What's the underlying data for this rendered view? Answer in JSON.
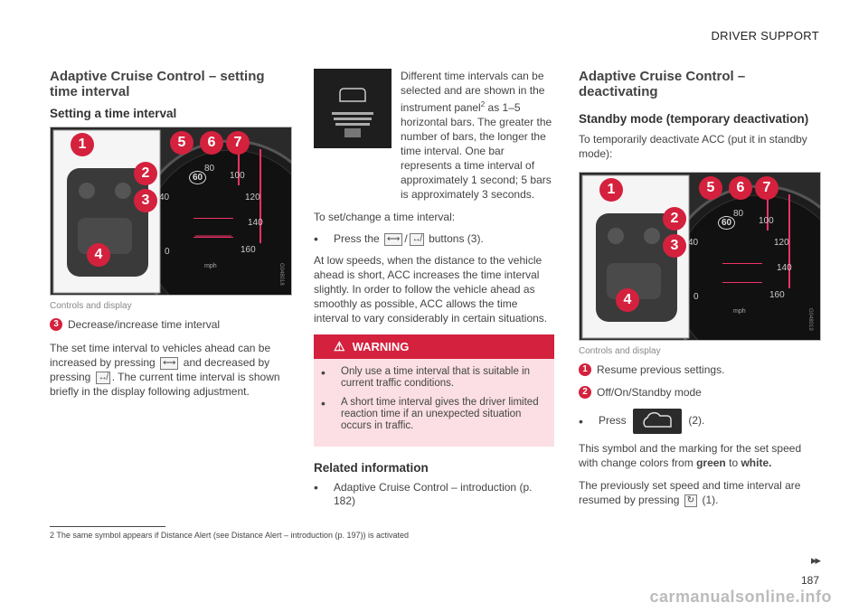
{
  "header": "DRIVER SUPPORT",
  "col1": {
    "heading": "Adaptive Cruise Control – setting time interval",
    "subheading": "Setting a time interval",
    "caption": "Controls and display",
    "item3": "Decrease/increase time interval",
    "para_a": "The set time interval to vehicles ahead can be increased by pressing",
    "para_b": "and decreased by pressing",
    "para_c": ". The current time interval is shown briefly in the display following adjustment.",
    "icon_increase": "⟷",
    "icon_decrease": "↮"
  },
  "col2": {
    "intro_a": "Different time intervals can be selected and are shown in the instrument panel",
    "intro_sup": "2",
    "intro_b": "as 1–5 horizontal bars. The greater the number of bars, the longer the time interval. One bar represents a time interval of approximately 1 second; 5 bars is approximately 3 seconds.",
    "para1": "To set/change a time interval:",
    "bullet1_a": "Press the",
    "bullet1_b": "buttons (3).",
    "para2": "At low speeds, when the distance to the vehicle ahead is short, ACC increases the time interval slightly. In order to follow the vehicle ahead as smoothly as possible, ACC allows the time interval to vary considerably in certain situations.",
    "warning_title": "WARNING",
    "warning_items": [
      "Only use a time interval that is suitable in current traffic conditions.",
      "A short time interval gives the driver limited reaction time if an unexpected situation occurs in traffic."
    ],
    "related_heading": "Related information",
    "related_item": "Adaptive Cruise Control – introduction (p. 182)"
  },
  "col3": {
    "heading": "Adaptive Cruise Control – deactivating",
    "subheading": "Standby mode (temporary deactivation)",
    "intro": "To temporarily deactivate ACC (put it in standby mode):",
    "caption": "Controls and display",
    "item1": "Resume previous settings.",
    "item2": "Off/On/Standby mode",
    "bullet_a": "Press",
    "bullet_b": "(2).",
    "para1_a": "This symbol and the marking for the set speed with change colors from",
    "para1_green": "green",
    "para1_to": "to",
    "para1_white": "white.",
    "para2_a": "The previously set speed and time interval are resumed by pressing",
    "para2_b": "(1)."
  },
  "figure": {
    "callouts": [
      "1",
      "2",
      "3",
      "4",
      "5",
      "6",
      "7"
    ],
    "speeds": [
      "40",
      "80",
      "100",
      "120",
      "140",
      "160",
      "0"
    ],
    "set_speed": "60",
    "unit": "mph",
    "code": "G048018"
  },
  "figure2": {
    "code": "G048019"
  },
  "footnote": "2 The same symbol appears if Distance Alert (see Distance Alert – introduction (p. 197)) is activated",
  "next": "▸▸",
  "page": "187",
  "watermark": "carmanualsonline.info",
  "colors": {
    "accent": "#d4213d",
    "warning_bg": "#fbdfe4"
  }
}
